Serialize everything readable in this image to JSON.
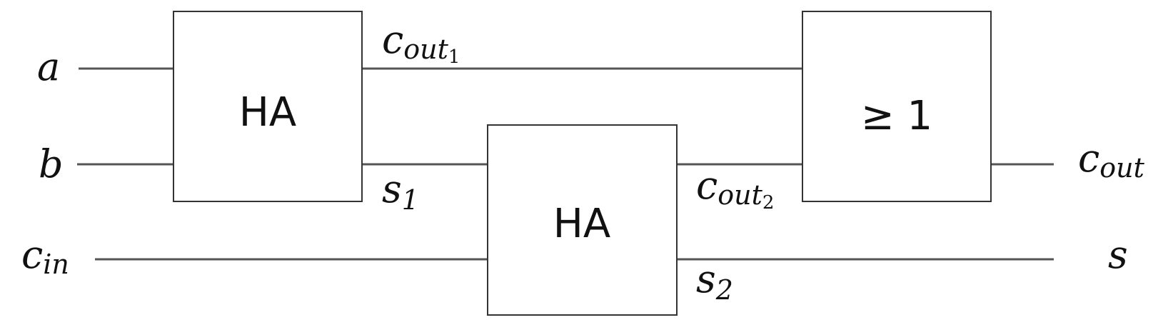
{
  "diagram": {
    "blocks": {
      "ha1": {
        "label": "HA"
      },
      "ha2": {
        "label": "HA"
      },
      "or_gate": {
        "label": "≥ 1"
      }
    },
    "inputs": {
      "a": {
        "base": "a"
      },
      "b": {
        "base": "b"
      },
      "cin": {
        "base": "c",
        "sub": "in"
      }
    },
    "signals": {
      "cout1": {
        "base": "c",
        "sub": "out",
        "index": "1"
      },
      "s1": {
        "base": "s",
        "index": "1"
      },
      "cout2": {
        "base": "c",
        "sub": "out",
        "index": "2"
      },
      "s2": {
        "base": "s",
        "index": "2"
      }
    },
    "outputs": {
      "cout": {
        "base": "c",
        "sub": "out"
      },
      "s": {
        "base": "s"
      }
    }
  }
}
